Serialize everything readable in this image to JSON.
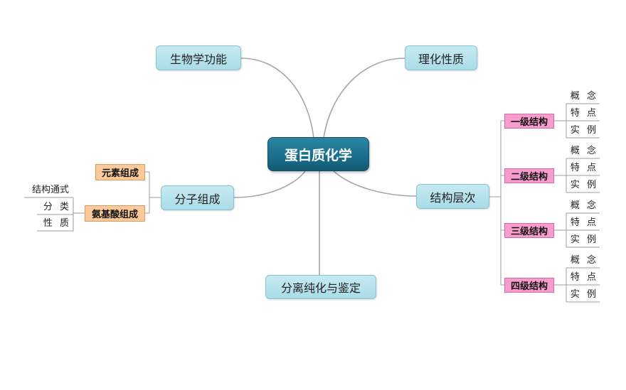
{
  "central_topic": "蛋白质化学",
  "branches": {
    "biological_function": {
      "label": "生物学功能"
    },
    "physicochemical_properties": {
      "label": "理化性质"
    },
    "molecular_composition": {
      "label": "分子组成",
      "children": [
        {
          "label": "元素组成"
        },
        {
          "label": "氨基酸组成",
          "children": [
            "结构通式",
            "分 类",
            "性 质"
          ]
        }
      ]
    },
    "structural_levels": {
      "label": "结构层次",
      "children": [
        {
          "label": "一级结构",
          "children": [
            "概 念",
            "特 点",
            "实 例"
          ]
        },
        {
          "label": "二级结构",
          "children": [
            "概 念",
            "特 点",
            "实 例"
          ]
        },
        {
          "label": "三级结构",
          "children": [
            "概 念",
            "特 点",
            "实 例"
          ]
        },
        {
          "label": "四级结构",
          "children": [
            "概 念",
            "特 点",
            "实 例"
          ]
        }
      ]
    },
    "separation_identification": {
      "label": "分离纯化与鉴定"
    }
  },
  "colors": {
    "central": "#1b6f8c",
    "topic": "#aadce7",
    "sub_orange": "#fbc99a",
    "sub_pink": "#f79ccd",
    "connector": "#a6a6a6"
  }
}
